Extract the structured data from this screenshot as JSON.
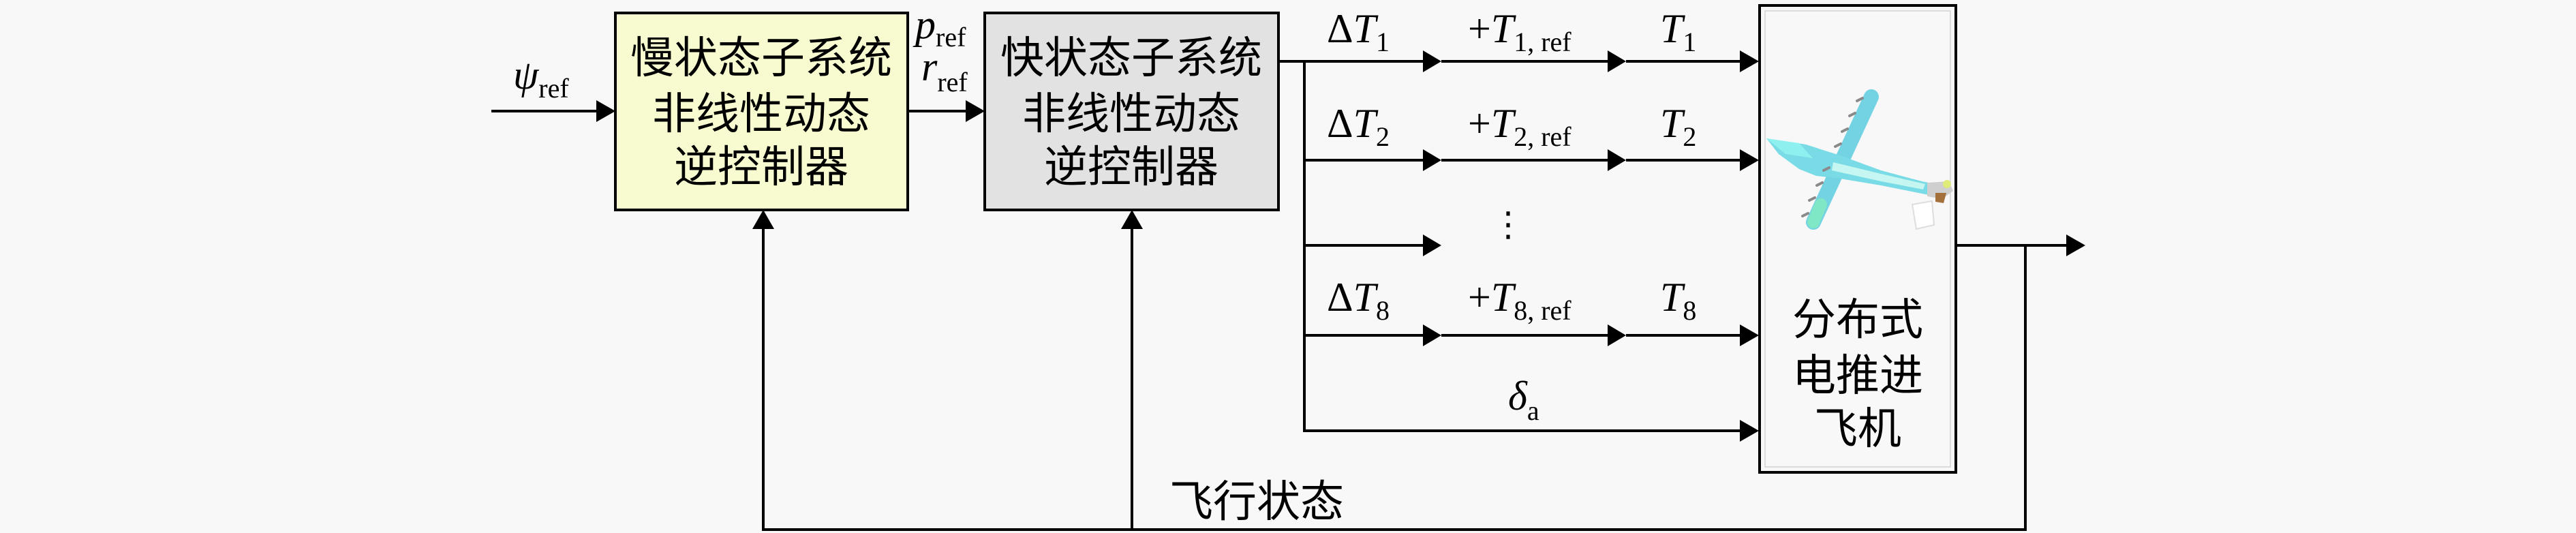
{
  "diagram": {
    "input": {
      "symbol": "ψ",
      "subscript": "ref"
    },
    "slow_controller": {
      "lines": [
        "慢状态子系统",
        "非线性动态",
        "逆控制器"
      ]
    },
    "intermediate_signals": [
      {
        "symbol": "p",
        "subscript": "ref"
      },
      {
        "symbol": "r",
        "subscript": "ref"
      }
    ],
    "fast_controller": {
      "lines": [
        "快状态子系统",
        "非线性动态",
        "逆控制器"
      ]
    },
    "thrust_channels": [
      {
        "delta": "Δ",
        "symbol": "T",
        "index": "1",
        "plus": "+",
        "ref_subscript": "1, ref",
        "output_subscript": "1"
      },
      {
        "delta": "Δ",
        "symbol": "T",
        "index": "2",
        "plus": "+",
        "ref_subscript": "2, ref",
        "output_subscript": "2"
      },
      {
        "delta": "Δ",
        "symbol": "T",
        "index": "8",
        "plus": "+",
        "ref_subscript": "8, ref",
        "output_subscript": "8"
      }
    ],
    "ellipsis": "⋮",
    "aileron": {
      "symbol": "δ",
      "subscript": "a"
    },
    "plant": {
      "lines": [
        "分布式",
        "电推进",
        "飞机"
      ],
      "icon": "airplane-icon"
    },
    "feedback_label": "飞行状态"
  },
  "colors": {
    "background": "#f8f8f8",
    "slow_controller_fill": "#f8fbd0",
    "fast_controller_fill": "#e2e2e2",
    "plant_fill": "#f8f8f8",
    "line": "#000000",
    "airplane_body": "#78dbe6",
    "airplane_highlight": "#c6f6f1"
  }
}
